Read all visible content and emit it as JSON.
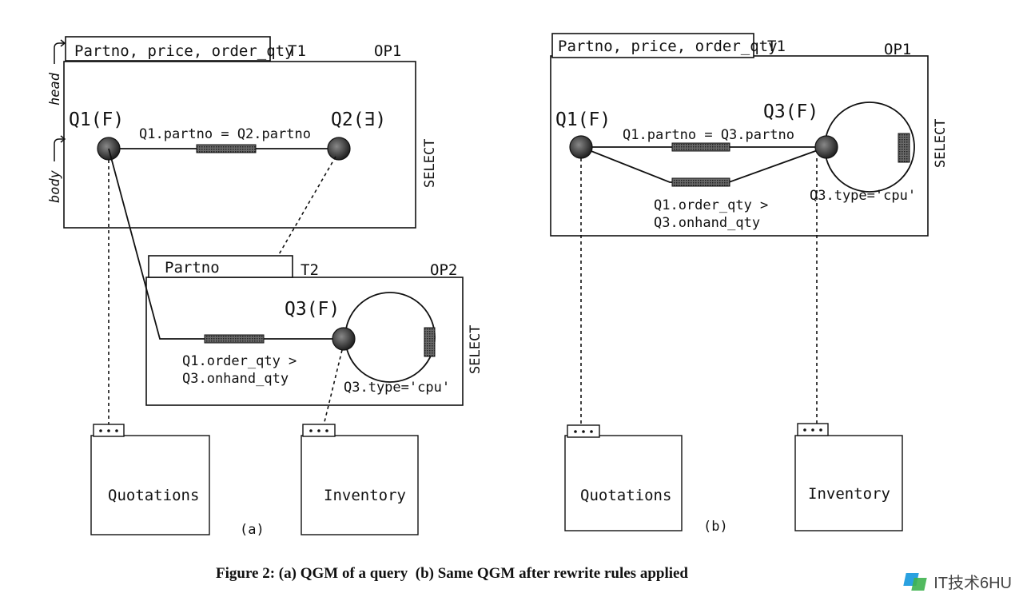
{
  "diagram_a": {
    "box_op1": {
      "head_fields": "Partno, price, order_qty",
      "table": "T1",
      "op": "OP1",
      "kind": "SELECT",
      "head_side": "head",
      "body_side": "body"
    },
    "q1": "Q1(F)",
    "q2": "Q2(∃)",
    "pred_q1_q2": "Q1.partno = Q2.partno",
    "box_op2": {
      "head_fields": "Partno",
      "table": "T2",
      "op": "OP2",
      "kind": "SELECT"
    },
    "q3": "Q3(F)",
    "pred_qty_1": "Q1.order_qty >",
    "pred_qty_2": "Q3.onhand_qty",
    "pred_type": "Q3.type='cpu'",
    "table_quotations": "Quotations",
    "table_inventory": "Inventory",
    "tag": "(a)"
  },
  "diagram_b": {
    "box_op1": {
      "head_fields": "Partno, price, order_qty",
      "table": "T1",
      "op": "OP1",
      "kind": "SELECT"
    },
    "q1": "Q1(F)",
    "q3": "Q3(F)",
    "pred_q1_q3": "Q1.partno = Q3.partno",
    "pred_qty_1": "Q1.order_qty >",
    "pred_qty_2": "Q3.onhand_qty",
    "pred_type": "Q3.type='cpu'",
    "table_quotations": "Quotations",
    "table_inventory": "Inventory",
    "tag": "(b)"
  },
  "caption": "Figure 2: (a) QGM of a query  (b) Same QGM after rewrite rules applied",
  "watermark": "IT技术6HU",
  "colors": {
    "ink": "#111111",
    "predicate_fill": "#555555",
    "node_fill": "#444444"
  }
}
